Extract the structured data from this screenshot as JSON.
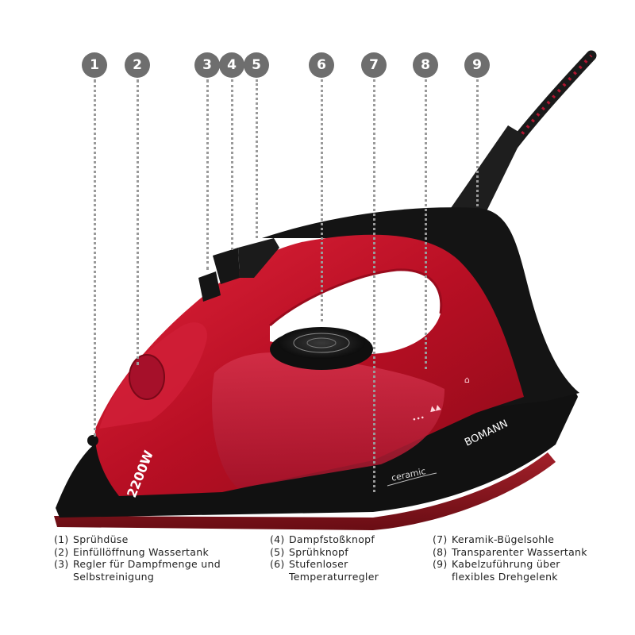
{
  "colors": {
    "badge": "#6e6e6e",
    "leader": "#9a9a9a",
    "body_red": "#c8102e",
    "dark_red": "#7a0a12",
    "black": "#111111"
  },
  "callouts": [
    {
      "number": "1"
    },
    {
      "number": "2"
    },
    {
      "number": "3"
    },
    {
      "number": "4"
    },
    {
      "number": "5"
    },
    {
      "number": "6"
    },
    {
      "number": "7"
    },
    {
      "number": "8"
    },
    {
      "number": "9"
    }
  ],
  "iron_labels": {
    "wattage": "2200W",
    "brand": "BOMANN",
    "soleplate": "ceramic"
  },
  "legend": {
    "col1": [
      {
        "num": "(1)",
        "text": "Sprühdüse"
      },
      {
        "num": "(2)",
        "text": "Einfüllöffnung Wassertank"
      },
      {
        "num": "(3)",
        "text": "Regler für Dampfmenge und\nSelbstreinigung"
      }
    ],
    "col2": [
      {
        "num": "(4)",
        "text": "Dampfstoßknopf"
      },
      {
        "num": "(5)",
        "text": "Sprühknopf"
      },
      {
        "num": "(6)",
        "text": "Stufenloser\nTemperaturregler"
      }
    ],
    "col3": [
      {
        "num": "(7)",
        "text": "Keramik-Bügelsohle"
      },
      {
        "num": "(8)",
        "text": "Transparenter Wassertank"
      },
      {
        "num": "(9)",
        "text": "Kabelzuführung über\nflexibles Drehgelenk"
      }
    ]
  }
}
